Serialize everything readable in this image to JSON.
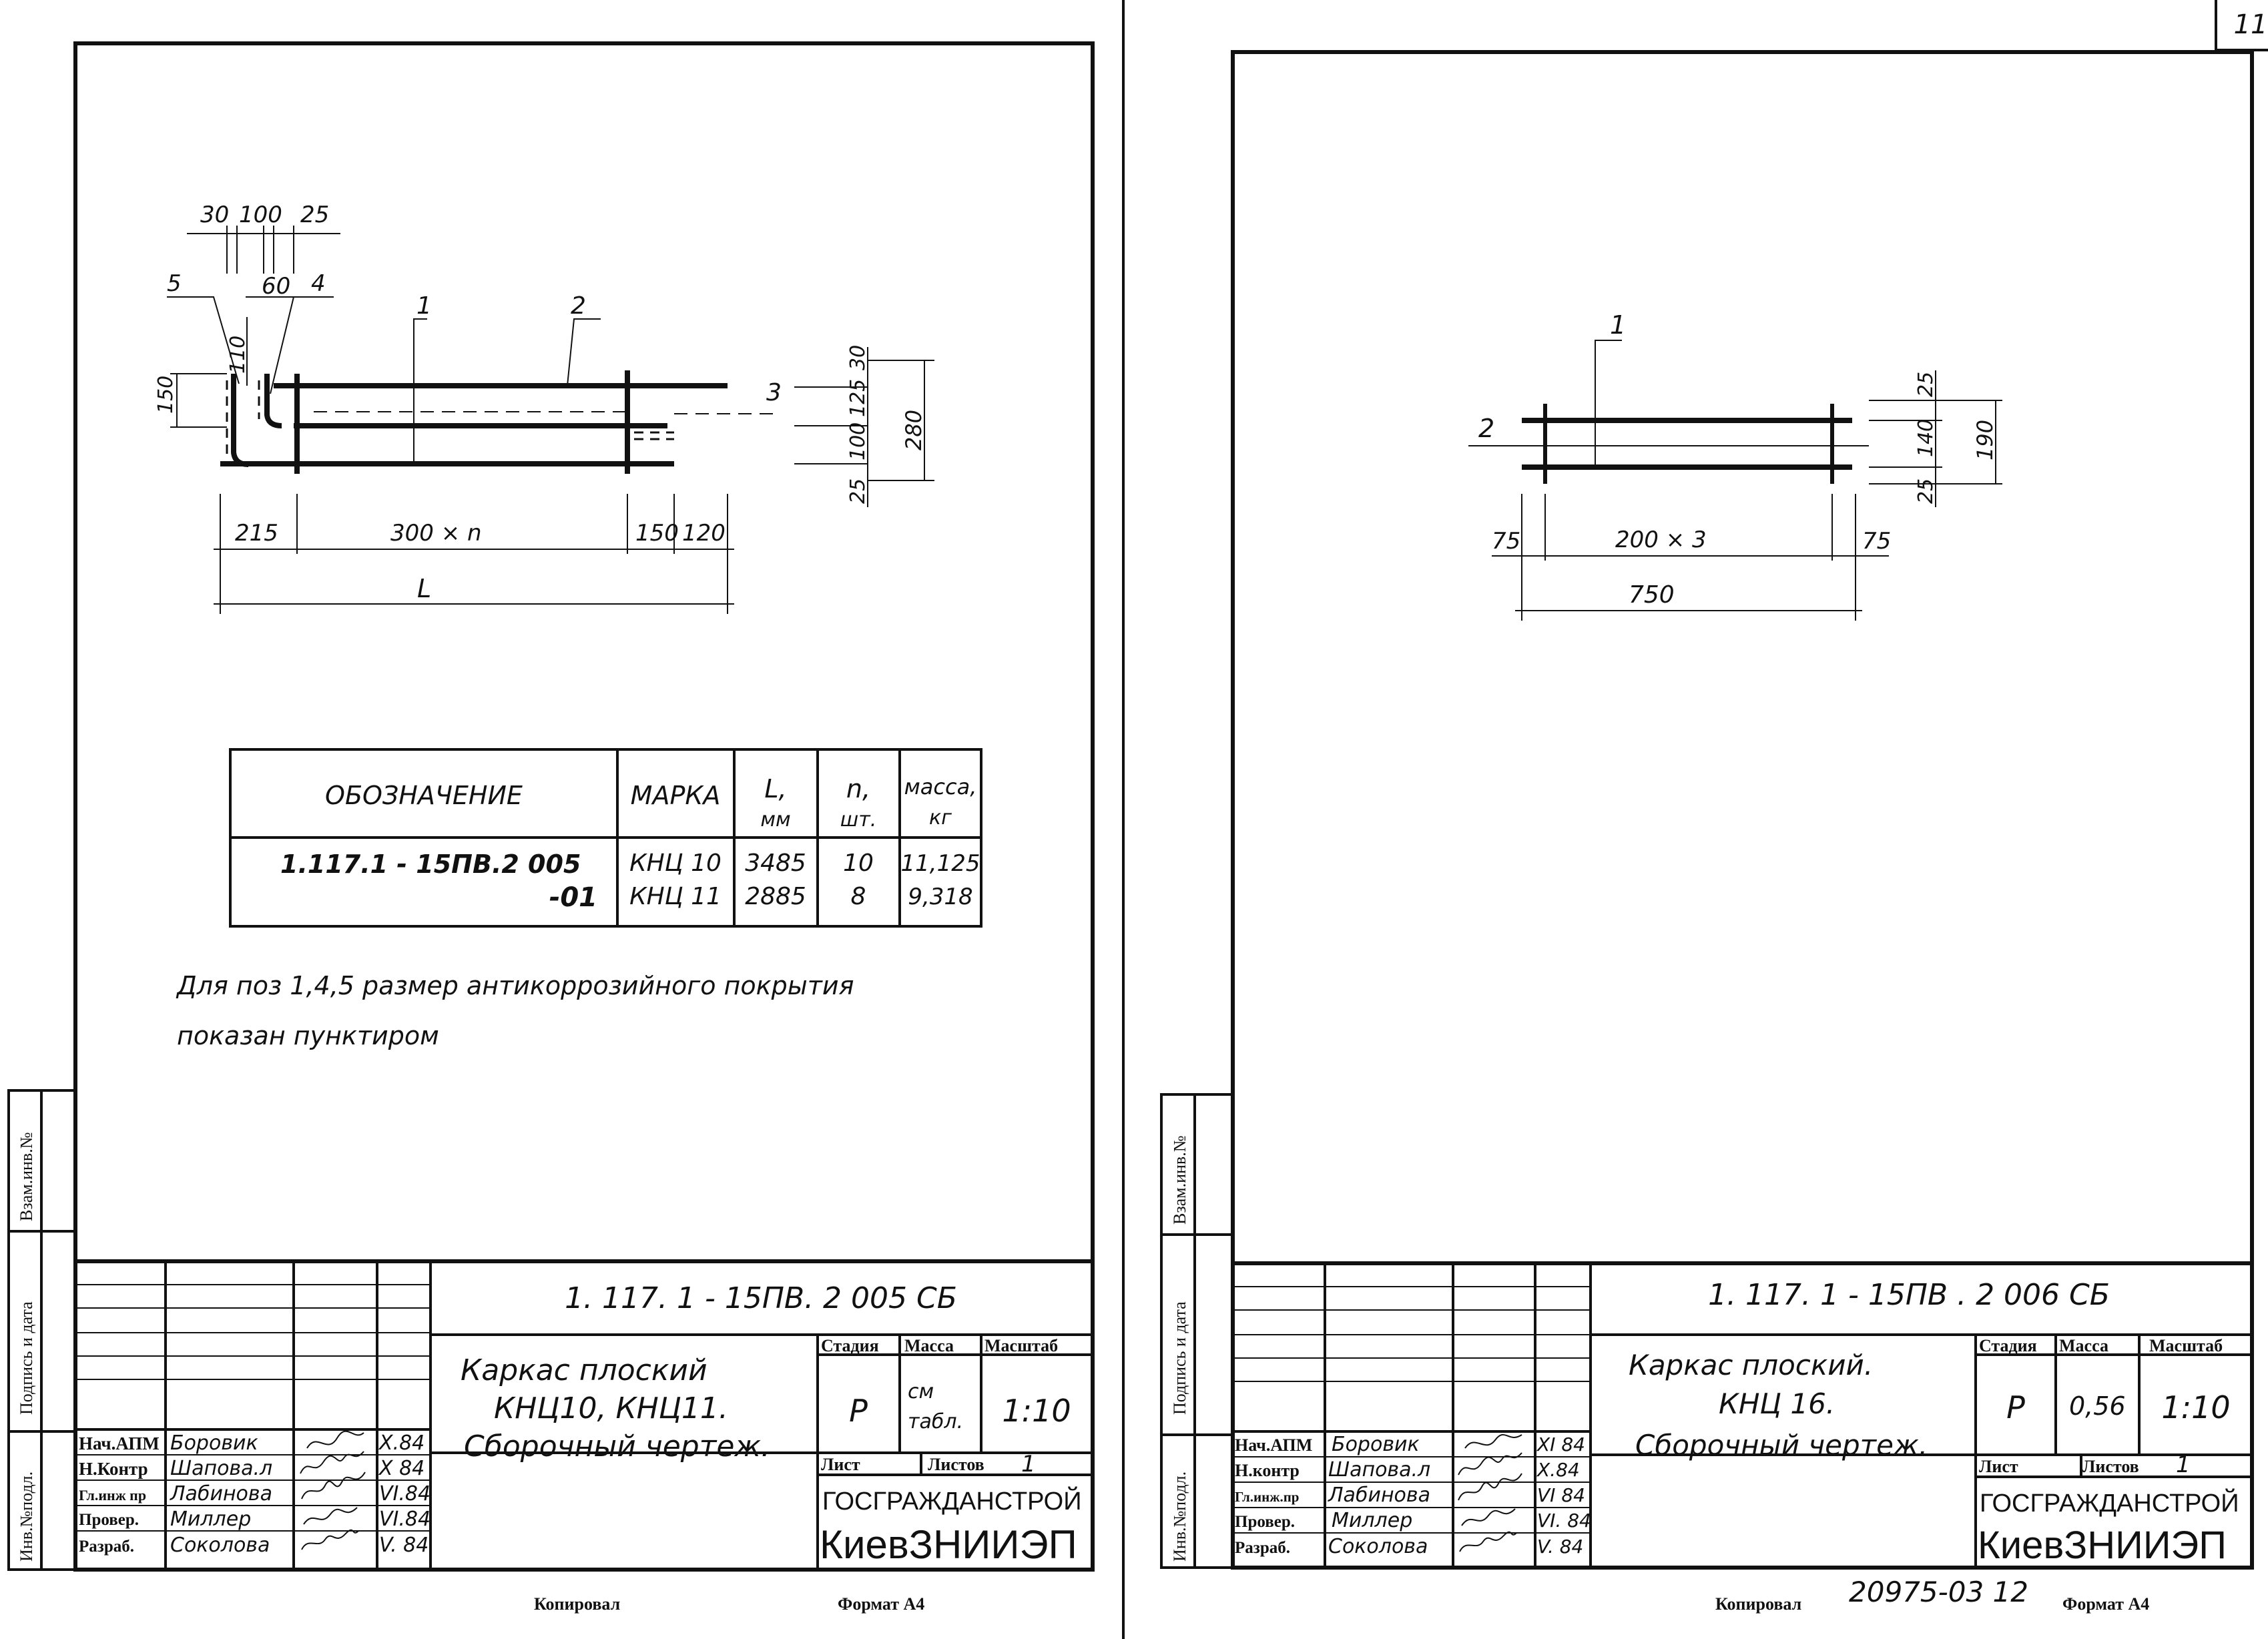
{
  "corner_page": "11",
  "left": {
    "drawing": {
      "dim_30": "30",
      "dim_100": "100",
      "dim_25": "25",
      "dim_60": "60",
      "pos_5": "5",
      "pos_4": "4",
      "pos_1": "1",
      "pos_2": "2",
      "pos_3": "3",
      "dim_110": "110",
      "dim_150": "150",
      "dim_r30": "30",
      "dim_r125": "125",
      "dim_r100": "100",
      "dim_r25": "25",
      "dim_r280": "280",
      "dim_215": "215",
      "dim_300n": "300 × n",
      "dim_150b": "150",
      "dim_120": "120",
      "dim_L": "L"
    },
    "table": {
      "headers": [
        "ОБОЗНАЧЕНИЕ",
        "МАРКА",
        "L,",
        "мм",
        "n,",
        "шт.",
        "масса,",
        "кг"
      ],
      "rows": [
        {
          "designation": "1.117.1 - 15ПВ.2  005",
          "mark": "КНЦ 10",
          "L": "3485",
          "n": "10",
          "mass": "11,125"
        },
        {
          "designation": "-01",
          "mark": "КНЦ 11",
          "L": "2885",
          "n": "8",
          "mass": "9,318"
        }
      ]
    },
    "note_line1": "Для поз 1,4,5 размер антикоррозийного покрытия",
    "note_line2": "показан пунктиром",
    "stamp": {
      "code": "1. 117. 1 - 15ПВ.  2  005    СБ",
      "title_line1": "Каркас  плоский",
      "title_line2": "КНЦ10,   КНЦ11.",
      "title_line3": "Сборочный   чертеж.",
      "stage_label": "Стадия",
      "mass_label": "Масса",
      "scale_label": "Масштаб",
      "stage": "Р",
      "mass_line1": "см",
      "mass_line2": "табл.",
      "scale": "1:10",
      "sheet_label": "Лист",
      "sheets_label": "Листов",
      "sheets": "1",
      "org1": "ГОСГРАЖДАНСТРОЙ",
      "org2": "КиевЗНИИЭП",
      "roles": [
        "Нач.АПМ",
        "Н.Контр",
        "Гл.инж пр",
        "Провер.",
        "Разраб."
      ],
      "names": [
        "Боровик",
        "Шапова.л",
        "Лабинова",
        "Миллер",
        "Соколова"
      ],
      "dates": [
        "X.84",
        "X 84",
        "VI.84",
        "VI.84",
        "V. 84"
      ]
    },
    "side_labels": [
      "Инв.№подл.",
      "Подпись и дата",
      "Взам.инв.№"
    ],
    "footer_copied": "Копировал",
    "footer_format": "Формат А4"
  },
  "right": {
    "drawing": {
      "pos_1": "1",
      "pos_2": "2",
      "dim_25t": "25",
      "dim_140": "140",
      "dim_25b": "25",
      "dim_190": "190",
      "dim_75l": "75",
      "dim_200x3": "200 × 3",
      "dim_75r": "75",
      "dim_750": "750"
    },
    "stamp": {
      "code": "1. 117. 1 - 15ПВ .  2   006    СБ",
      "title_line1": "Каркас  плоский.",
      "title_line2": "КНЦ 16.",
      "title_line3": "Сборочный   чертеж.",
      "stage_label": "Стадия",
      "mass_label": "Масса",
      "scale_label": "Масштаб",
      "stage": "Р",
      "mass": "0,56",
      "scale": "1:10",
      "sheet_label": "Лист",
      "sheets_label": "Листов",
      "sheets": "1",
      "org1": "ГОСГРАЖДАНСТРОЙ",
      "org2": "КиевЗНИИЭП",
      "roles": [
        "Нач.АПМ",
        "Н.контр",
        "Гл.инж.пр",
        "Провер.",
        "Разраб."
      ],
      "names": [
        "Боровик",
        "Шапова.л",
        "Лабинова",
        "Миллер",
        "Соколова"
      ],
      "dates": [
        "XI 84",
        "X.84",
        "VI 84",
        "VI. 84",
        "V. 84"
      ]
    },
    "side_labels": [
      "Инв.№подл.",
      "Подпись и дата",
      "Взам.инв.№"
    ],
    "footer_copied": "Копировал",
    "footer_number": "20975-03  12",
    "footer_format": "Формат А4"
  }
}
